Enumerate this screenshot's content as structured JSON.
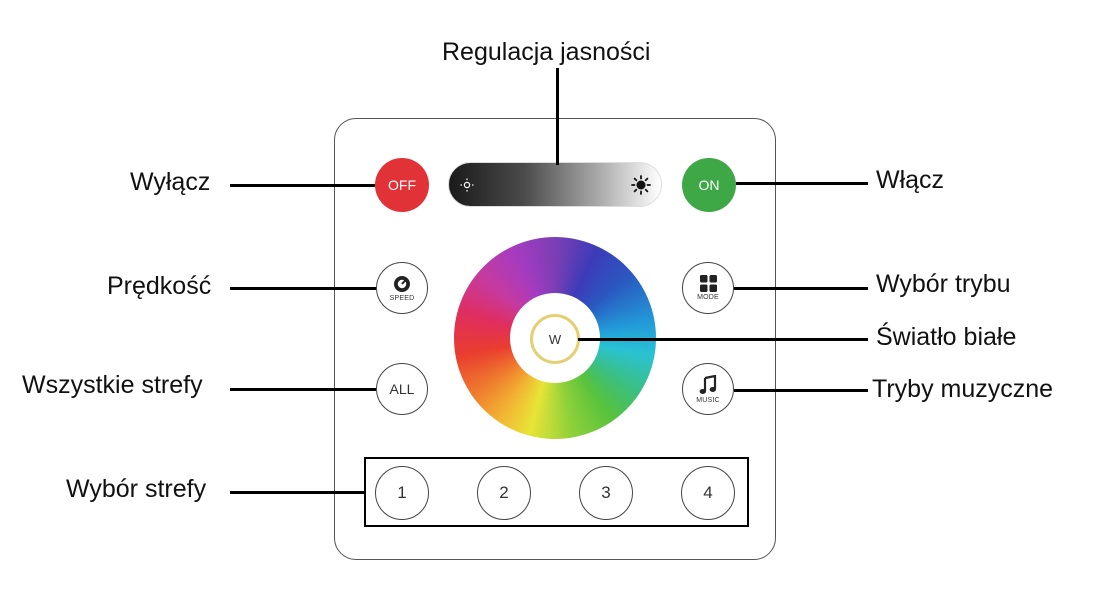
{
  "labels": {
    "brightness": "Regulacja jasności",
    "off": "Wyłącz",
    "on": "Włącz",
    "speed": "Prędkość",
    "mode": "Wybór trybu",
    "white": "Światło białe",
    "all_zones": "Wszystkie strefy",
    "music_modes": "Tryby muzyczne",
    "zone_select": "Wybór strefy"
  },
  "remote": {
    "off_button": "OFF",
    "on_button": "ON",
    "speed_button": "SPEED",
    "mode_button": "MODE",
    "all_button": "ALL",
    "music_button": "MUSIC",
    "white_button": "W",
    "zones": [
      "1",
      "2",
      "3",
      "4"
    ]
  },
  "colors": {
    "off": "#e13238",
    "on": "#3fa846",
    "white_ring": "#e4cf73"
  },
  "icons": [
    "sun-low-icon",
    "sun-high-icon",
    "speed-dial-icon",
    "mode-grid-icon",
    "music-note-icon"
  ]
}
